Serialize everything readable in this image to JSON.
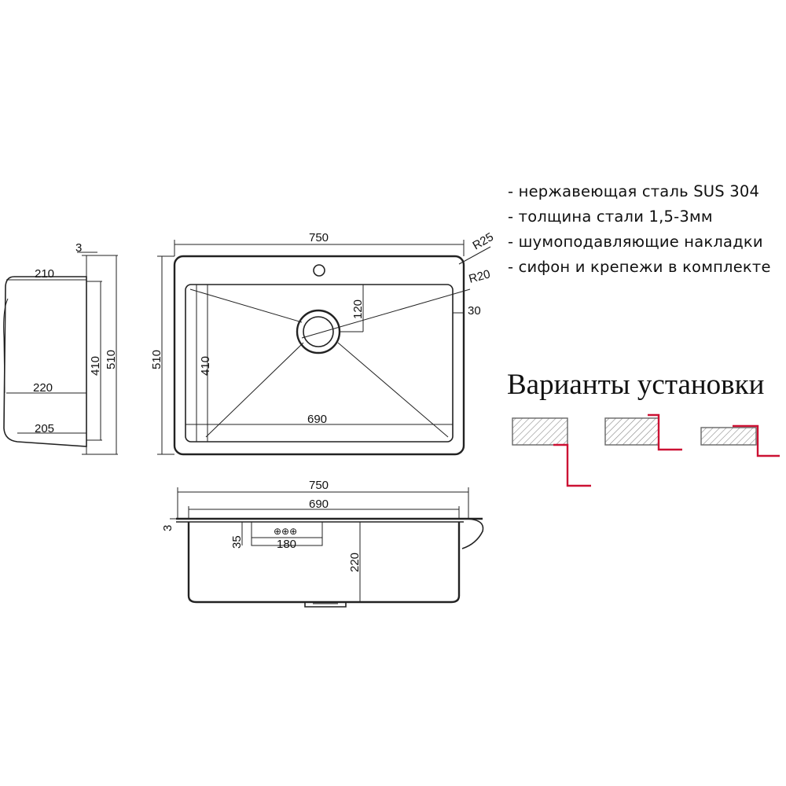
{
  "specs": [
    "- нержавеющая сталь SUS 304",
    "- толщина стали 1,5-3мм",
    "- шумоподавляющие накладки",
    "- сифон и крепежи в комплекте"
  ],
  "install_title": "Варианты установки",
  "colors": {
    "line": "#222222",
    "accent": "#cc1133",
    "hatch": "#888888"
  },
  "dims": {
    "side": {
      "thickness": "3",
      "top_depth": "210",
      "inner_width": "410",
      "total_width": "510",
      "mid_depth": "220",
      "bottom_depth": "205"
    },
    "top": {
      "length": "750",
      "width": "510",
      "inner_width": "410",
      "inner_length": "690",
      "drain_offset": "120",
      "rim": "30",
      "outer_radius": "R25",
      "inner_radius": "R20"
    },
    "front": {
      "length": "750",
      "inner_length": "690",
      "thickness": "3",
      "overflow_height": "35",
      "overflow_length": "180",
      "depth": "220"
    }
  }
}
